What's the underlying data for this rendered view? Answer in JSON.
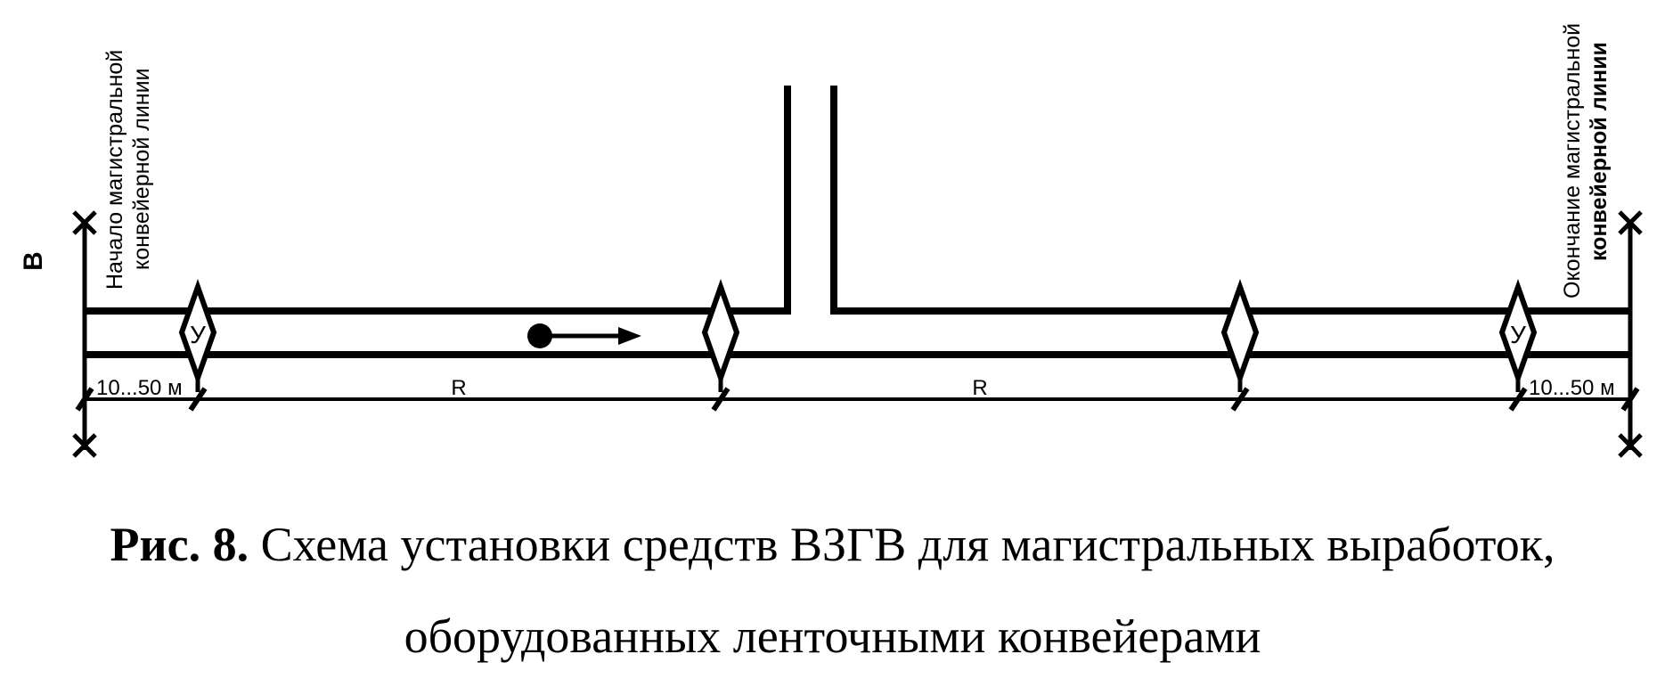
{
  "diagram": {
    "side_label": "В",
    "start_label_line1": "Начало магистральной",
    "start_label_line2": "конвейерной линии",
    "end_label_line1": "Окончание магистральной",
    "end_label_line2": "конвейерной линии",
    "node_label": "У",
    "dim_end": "10...50 м",
    "dim_r": "R"
  },
  "caption": {
    "fig_number": "Рис. 8.",
    "line1_text": " Схема установки средств ВЗГВ для магистральных выработок,",
    "line2_text": "оборудованных ленточными конвейерами"
  }
}
